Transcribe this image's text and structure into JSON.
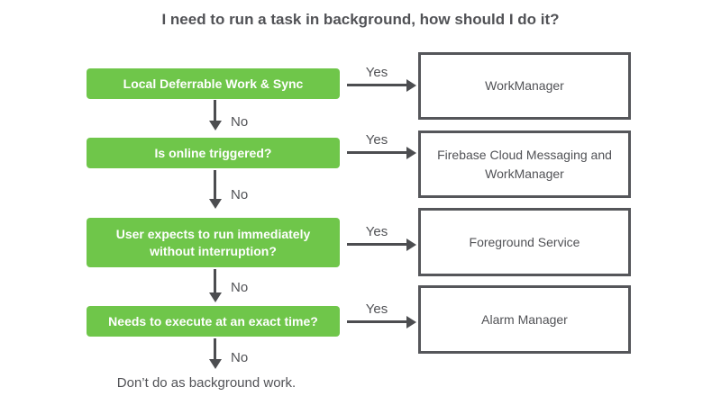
{
  "title": "I need to run a task in background, how should I do it?",
  "colors": {
    "accent_green": "#6FC64A",
    "dark_gray": "#55565A"
  },
  "flow": {
    "rows": [
      {
        "question": "Local Deferrable Work & Sync",
        "yes_label": "Yes",
        "no_label": "No",
        "result": "WorkManager"
      },
      {
        "question": "Is online triggered?",
        "yes_label": "Yes",
        "no_label": "No",
        "result": "Firebase Cloud Messaging and WorkManager"
      },
      {
        "question": "User expects to run immediately without interruption?",
        "yes_label": "Yes",
        "no_label": "No",
        "result": "Foreground Service"
      },
      {
        "question": "Needs to execute at an exact time?",
        "yes_label": "Yes",
        "no_label": "No",
        "result": "Alarm Manager"
      }
    ],
    "final": {
      "text": "Don’t do as background work."
    }
  }
}
